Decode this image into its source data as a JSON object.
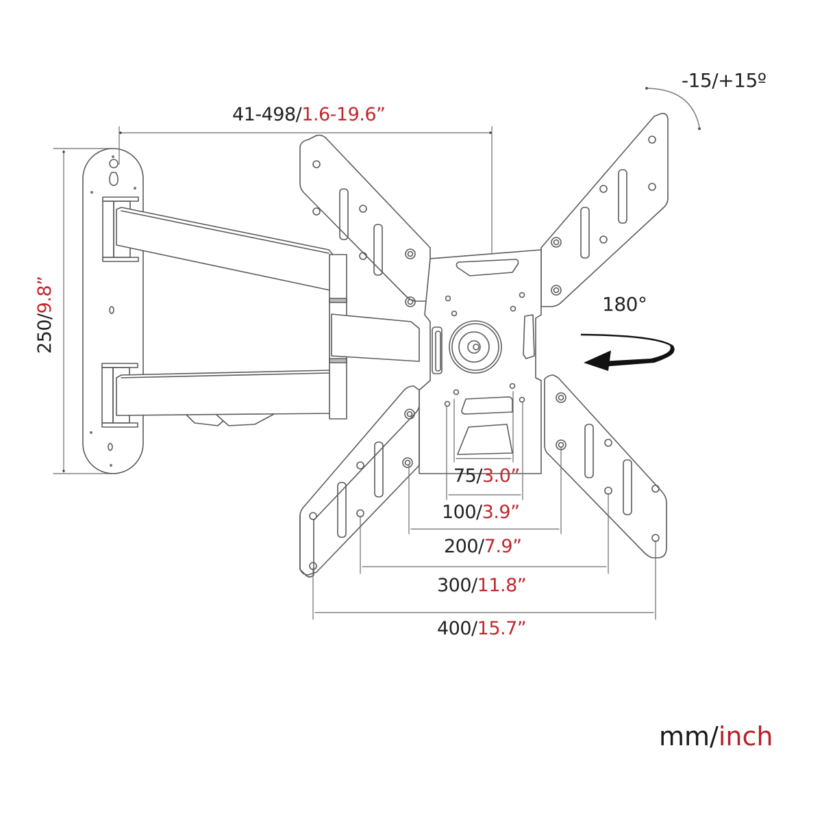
{
  "diagram": {
    "subject": "Full-motion TV wall mount technical dimension drawing",
    "colors": {
      "line": "#555555",
      "text_mm": "#222222",
      "text_inch": "#c0282d",
      "background": "#ffffff"
    },
    "dimensions": {
      "extension": {
        "mm": "41-498/",
        "inch": "1.6-19.6”"
      },
      "wall_plate_height": {
        "mm": "250/",
        "inch": "9.8”"
      },
      "vesa_75": {
        "mm": "75/",
        "inch": "3.0”"
      },
      "vesa_100": {
        "mm": "100/",
        "inch": "3.9”"
      },
      "vesa_200": {
        "mm": "200/",
        "inch": "7.9”"
      },
      "vesa_300": {
        "mm": "300/",
        "inch": "11.8”"
      },
      "vesa_400": {
        "mm": "400/",
        "inch": "15.7”"
      }
    },
    "tilt": {
      "label": "-15/+15º"
    },
    "swivel": {
      "label": "180°"
    },
    "units_legend": {
      "mm": "mm/",
      "inch": "inch"
    }
  }
}
